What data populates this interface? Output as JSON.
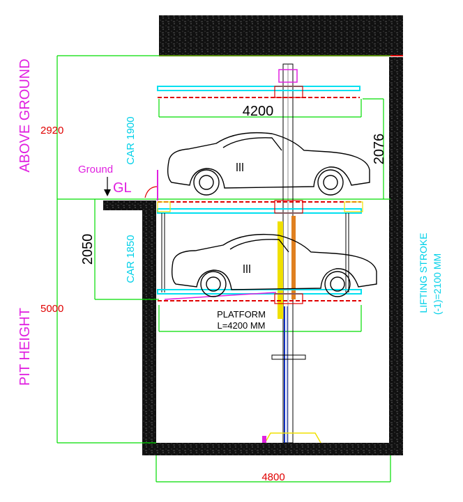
{
  "labels": {
    "above_ground": "ABOVE GROUND",
    "pit_height": "PIT HEIGHT",
    "lifting_stroke_line1": "LIFTING STROKE",
    "lifting_stroke_line2": "(-1)=2100 MM",
    "car_upper": "CAR 1900",
    "car_lower": "CAR 1850",
    "ground": "Ground",
    "gl": "GL",
    "platform_line1": "PLATFORM",
    "platform_line2": "L=4200 MM"
  },
  "dimensions": {
    "above_ground_height": "2920",
    "pit_height": "5000",
    "platform_length": "4200",
    "upper_clearance": "2076",
    "lower_clearance": "2050",
    "pit_width": "4800"
  },
  "colors": {
    "magenta": "#e020e0",
    "red": "#e00000",
    "green": "#00dd00",
    "cyan": "#00e0f0",
    "yellow": "#f0e000",
    "black": "#000000",
    "orange": "#e08020",
    "blue": "#1030c0"
  }
}
